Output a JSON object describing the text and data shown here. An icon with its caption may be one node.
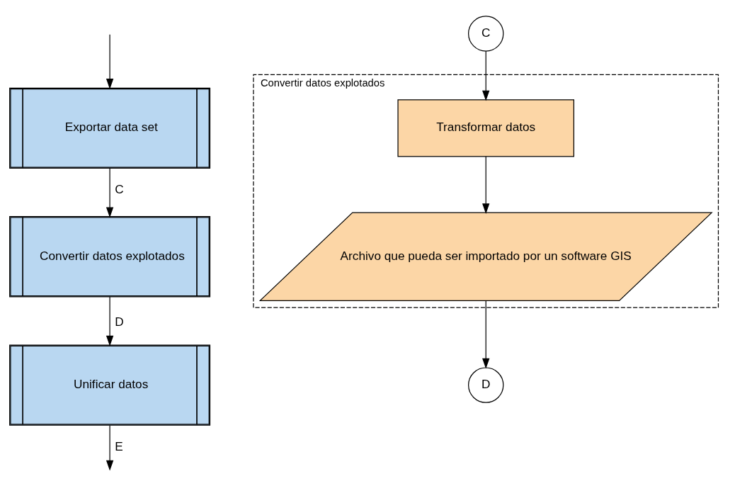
{
  "diagram": {
    "nodes": [
      {
        "text": [
          "Exportar data set"
        ]
      },
      {
        "text": [
          "Convertir datos explotados"
        ]
      },
      {
        "text": [
          "Unificar datos"
        ]
      },
      {
        "text": [
          "C"
        ]
      },
      {
        "text": [
          "Convertir datos explotados"
        ]
      },
      {
        "text": [
          "Transformar datos"
        ],
        "in": 4
      },
      {
        "text": [
          "Archivo que pueda ser importado por un software GIS"
        ],
        "in": 4
      },
      {
        "text": [
          "D"
        ]
      }
    ],
    "edges": [
      {
        "from": null,
        "to": 0,
        "arrow": "to"
      },
      {
        "from": 0,
        "to": 1,
        "arrow": "to",
        "label": "C"
      },
      {
        "from": 1,
        "to": 2,
        "arrow": "to",
        "label": "D"
      },
      {
        "from": 2,
        "to": null,
        "arrow": "to",
        "label": "E"
      },
      {
        "from": 3,
        "to": 5,
        "arrow": "to"
      },
      {
        "from": 5,
        "to": 6,
        "arrow": "to"
      },
      {
        "from": 6,
        "to": 7,
        "arrow": "to"
      }
    ]
  }
}
